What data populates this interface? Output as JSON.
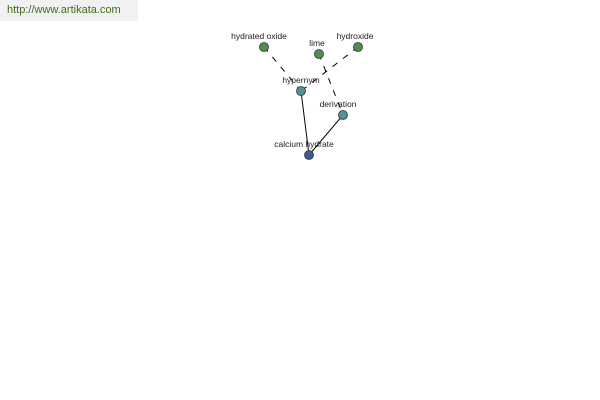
{
  "header": {
    "url": "http://www.artikata.com",
    "url_color": "#3d6e1a"
  },
  "graph": {
    "colors": {
      "leaf": "#4f8f4f",
      "relation": "#4f9393",
      "root": "#3f5a92",
      "edge": "#000000"
    },
    "nodes": {
      "hydrated_oxide": "hydrated oxide",
      "lime": "lime",
      "hydroxide": "hydroxide",
      "hypernym": "hypernym",
      "derivation": "derivation",
      "calcium_hydrate": "calcium hydrate"
    }
  }
}
